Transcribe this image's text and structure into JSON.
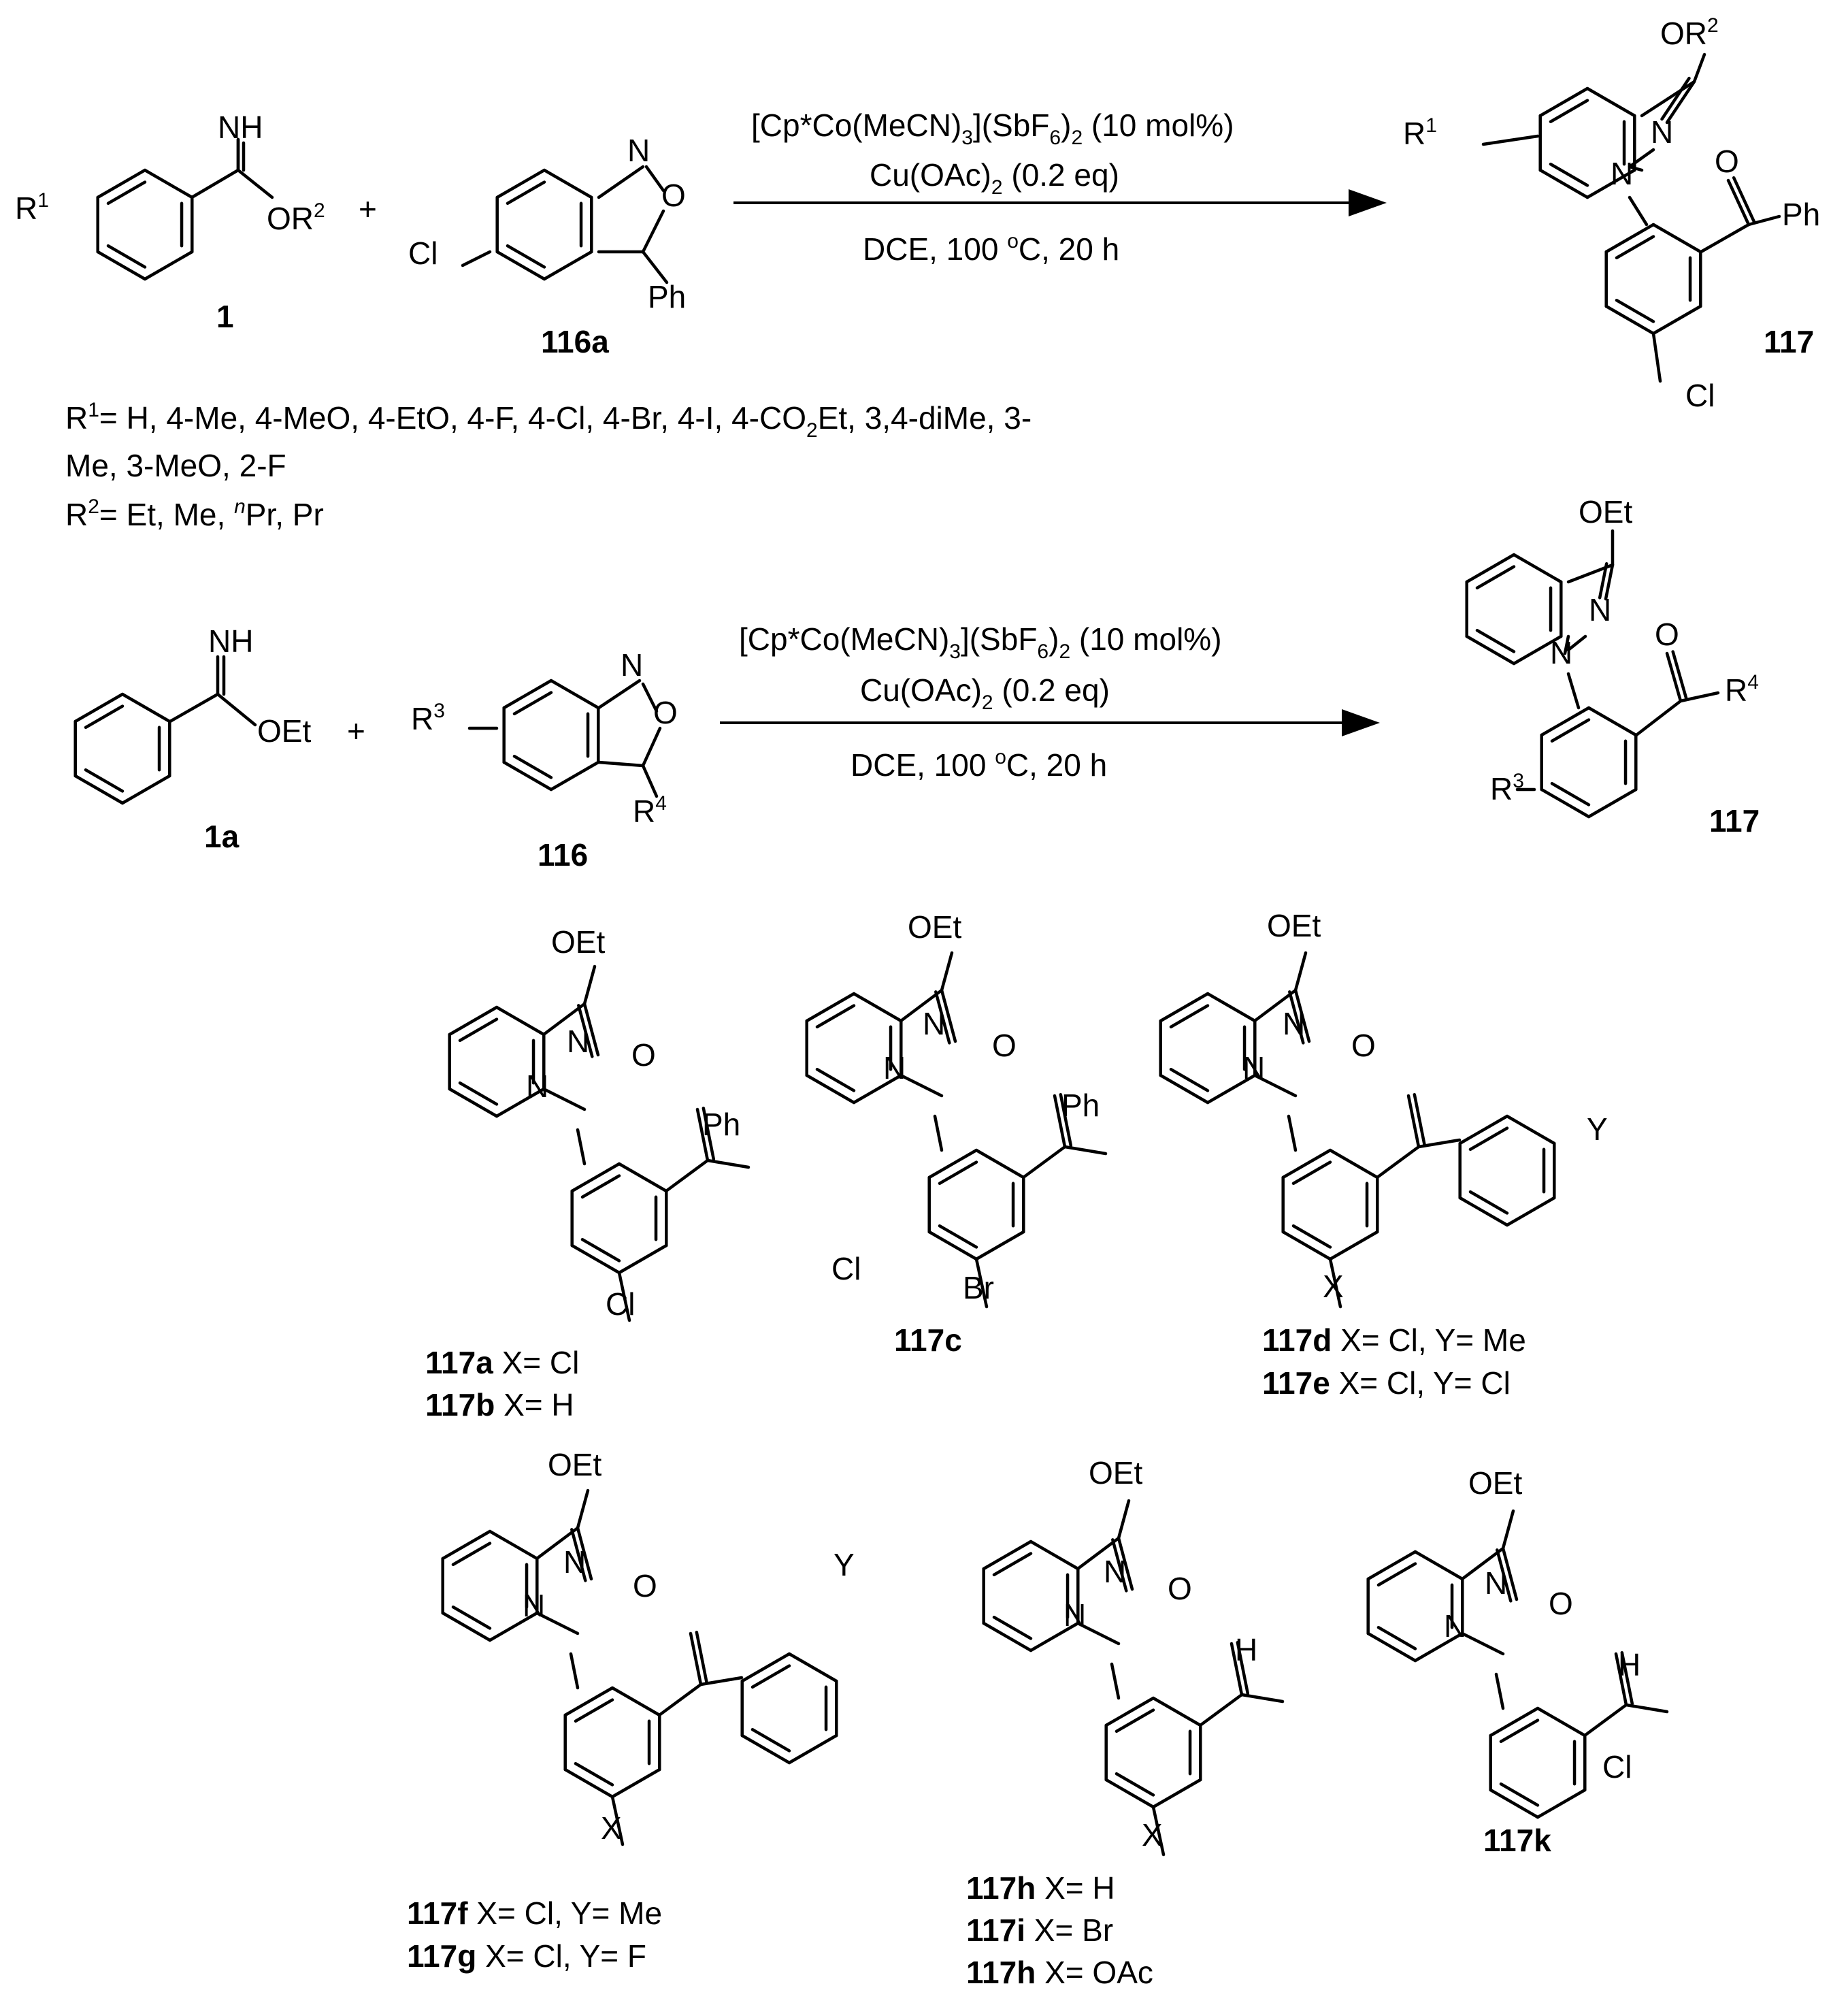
{
  "reaction1": {
    "reagent_amidine": {
      "r1": "R",
      "r1_sup": "1",
      "nh": "NH",
      "or2": "OR",
      "or2_sup": "2",
      "label": "1"
    },
    "plus": "+",
    "reagent_anthranil": {
      "cl": "Cl",
      "n": "N",
      "o": "O",
      "ph": "Ph",
      "label": "116a"
    },
    "conditions": {
      "line1_a": "[Cp*Co(MeCN)",
      "line1_sub1": "3",
      "line1_b": "](SbF",
      "line1_sub2": "6",
      "line1_c": ")",
      "line1_sub3": "2",
      "line1_d": " (10 mol%)",
      "line2_a": "Cu(OAc)",
      "line2_sub": "2",
      "line2_b": " (0.2 eq)",
      "line3_a": "DCE, 100 ",
      "line3_sup": "o",
      "line3_b": "C, 20 h"
    },
    "product": {
      "or2": "OR",
      "or2_sup": "2",
      "r1": "R",
      "r1_sup": "1",
      "n1": "N",
      "n2": "N",
      "o": "O",
      "ph": "Ph",
      "cl": "Cl",
      "label": "117"
    }
  },
  "substituents": {
    "r1_line1_a": "R",
    "r1_line1_sup": "1",
    "r1_line1_b": "= H, 4-Me, 4-MeO, 4-EtO, 4-F, 4-Cl, 4-Br, 4-I, 4-CO",
    "r1_line1_sub": "2",
    "r1_line1_c": "Et, 3,4-diMe, 3-",
    "r1_line2": "Me, 3-MeO, 2-F",
    "r2_a": "R",
    "r2_sup": "2",
    "r2_b": "= Et, Me, ",
    "r2_n": "n",
    "r2_c": "Pr, Pr"
  },
  "reaction2": {
    "reagent_amidine": {
      "nh": "NH",
      "oet": "OEt",
      "label": "1a"
    },
    "plus": "+",
    "reagent_anthranil": {
      "r3": "R",
      "r3_sup": "3",
      "n": "N",
      "o": "O",
      "r4": "R",
      "r4_sup": "4",
      "label": "116"
    },
    "conditions": {
      "line1_a": "[Cp*Co(MeCN)",
      "line1_sub1": "3",
      "line1_b": "](SbF",
      "line1_sub2": "6",
      "line1_c": ")",
      "line1_sub3": "2",
      "line1_d": " (10 mol%)",
      "line2_a": "Cu(OAc)",
      "line2_sub": "2",
      "line2_b": " (0.2 eq)",
      "line3_a": "DCE, 100 ",
      "line3_sup": "o",
      "line3_b": "C, 20 h"
    },
    "product": {
      "oet": "OEt",
      "n1": "N",
      "n2": "N",
      "o": "O",
      "r4": "R",
      "r4_sup": "4",
      "r3": "R",
      "r3_sup": "3",
      "label": "117"
    }
  },
  "examples": [
    {
      "oet": "OEt",
      "n1": "N",
      "n2": "N",
      "o": "O",
      "ph": "Ph",
      "sub": "Cl",
      "captions": [
        {
          "bold": "117a",
          "text": " X= Cl"
        },
        {
          "bold": "117b",
          "text": " X= H"
        }
      ]
    },
    {
      "oet": "OEt",
      "n1": "N",
      "n2": "N",
      "o": "O",
      "ph": "Ph",
      "cl": "Cl",
      "br": "Br",
      "captions": [
        {
          "bold": "117c",
          "text": ""
        }
      ]
    },
    {
      "oet": "OEt",
      "n1": "N",
      "n2": "N",
      "o": "O",
      "x": "X",
      "y": "Y",
      "captions": [
        {
          "bold": "117d",
          "text": " X= Cl, Y= Me"
        },
        {
          "bold": "117e",
          "text": " X= Cl, Y= Cl"
        }
      ]
    },
    {
      "oet": "OEt",
      "n1": "N",
      "n2": "N",
      "o": "O",
      "x": "X",
      "y": "Y",
      "captions": [
        {
          "bold": "117f",
          "text": " X= Cl, Y= Me"
        },
        {
          "bold": "117g",
          "text": " X= Cl, Y= F"
        }
      ]
    },
    {
      "oet": "OEt",
      "n1": "N",
      "n2": "N",
      "o": "O",
      "h": "H",
      "x": "X",
      "captions": [
        {
          "bold": "117h",
          "text": " X= H"
        },
        {
          "bold": "117i",
          "text": " X= Br"
        },
        {
          "bold": "117h",
          "text": " X= OAc"
        }
      ]
    },
    {
      "oet": "OEt",
      "n1": "N",
      "n2": "N",
      "o": "O",
      "h": "H",
      "cl": "Cl",
      "captions": [
        {
          "bold": "117k",
          "text": ""
        }
      ]
    }
  ]
}
